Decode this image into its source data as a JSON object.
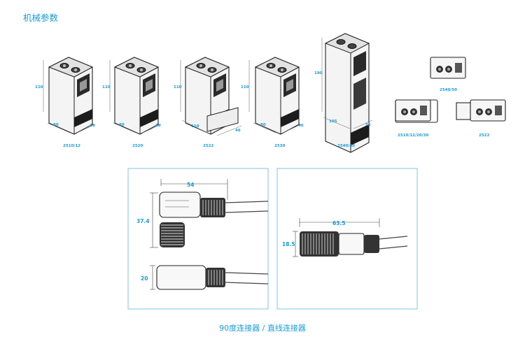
{
  "section_title": "机械参数",
  "products": [
    {
      "model": "2510/12",
      "height": "110",
      "width": "80",
      "depth": "46"
    },
    {
      "model": "2520",
      "height": "110",
      "width": "80",
      "depth": "46"
    },
    {
      "model": "2522",
      "height": "110",
      "width": "110",
      "depth": "46"
    },
    {
      "model": "2530",
      "height": "110",
      "width": "80",
      "depth": "46"
    },
    {
      "model": "2540/50",
      "height": "190",
      "width": "105",
      "depth": "55"
    }
  ],
  "panel_views": [
    {
      "label": "2540/50"
    },
    {
      "label": "2510/12/20/30"
    },
    {
      "label": "2522"
    }
  ],
  "connector_90": {
    "length": "54",
    "height": "37.4",
    "diameter": "20"
  },
  "connector_straight": {
    "length": "63.5",
    "diameter": "18.5"
  },
  "caption": "90度连接器 / 直线连接器"
}
